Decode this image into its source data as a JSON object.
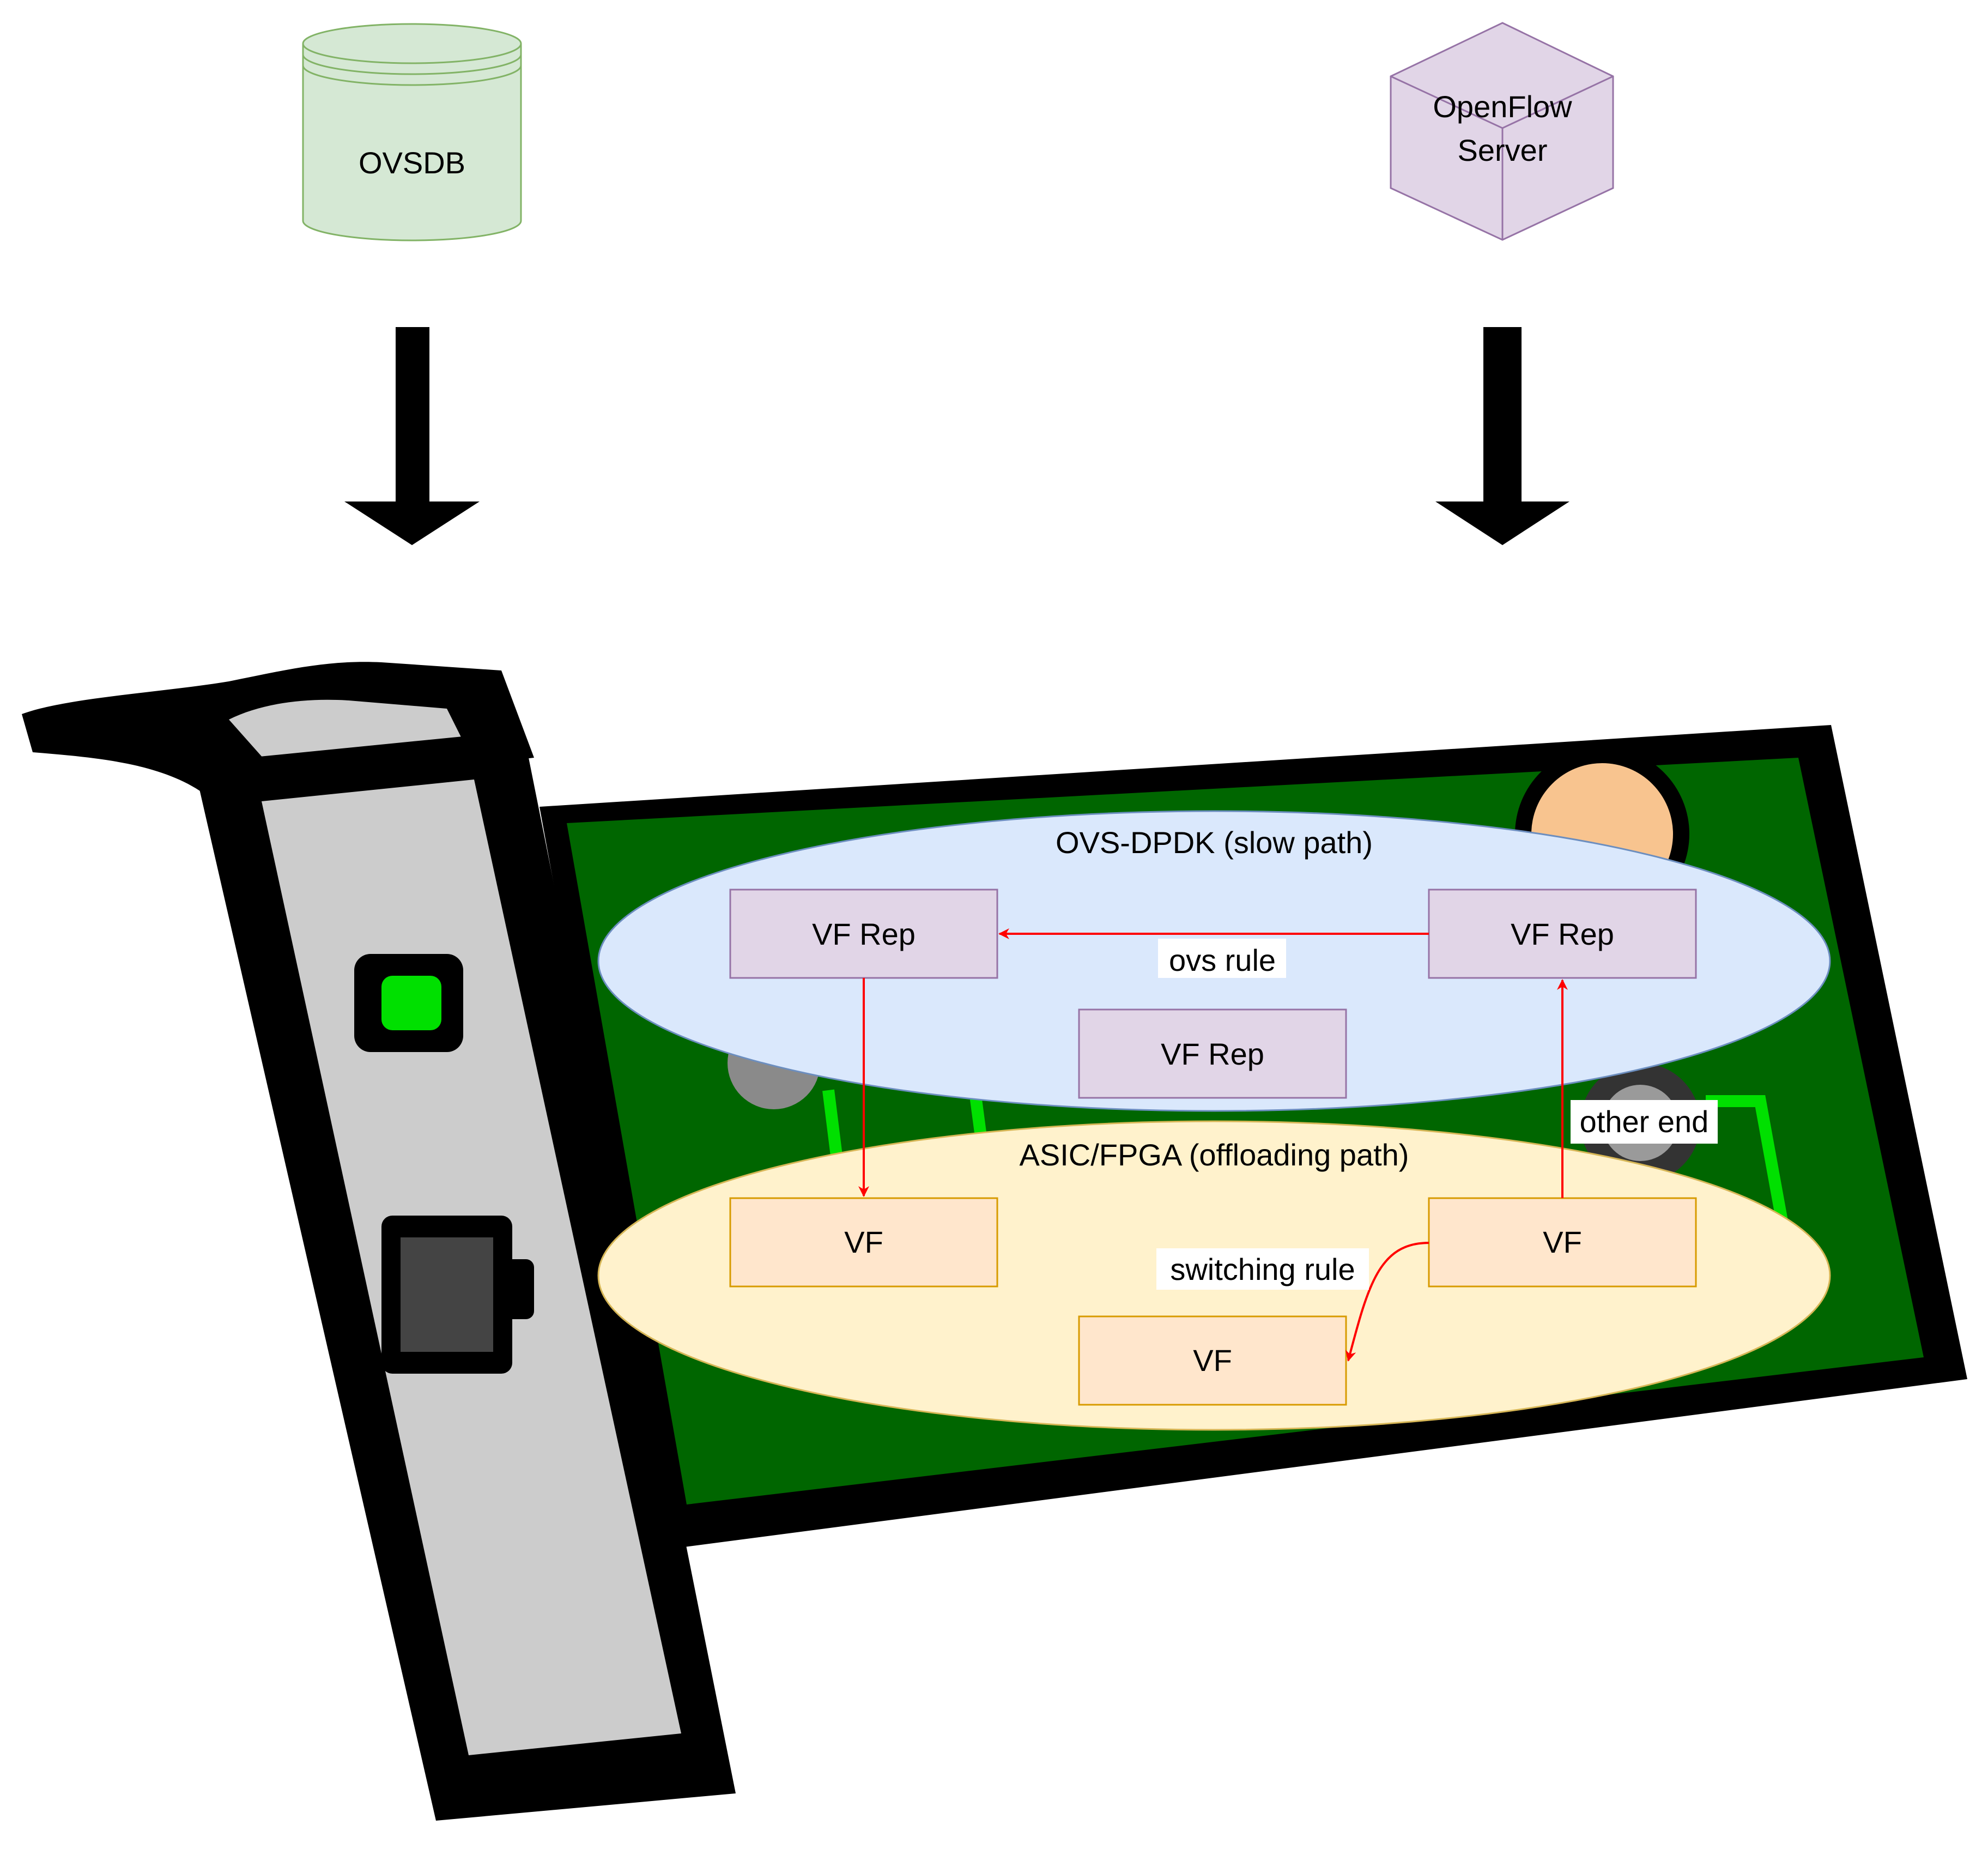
{
  "sources": {
    "ovsdb": {
      "label": "OVSDB",
      "fill": "#d5e8d4",
      "stroke": "#82b366"
    },
    "openflow": {
      "label_line1": "OpenFlow",
      "label_line2": "Server",
      "fill": "#e1d5e7",
      "stroke": "#9673a6"
    }
  },
  "slow_path": {
    "label": "OVS-DPDK (slow path)",
    "fill": "#dae8fc",
    "stroke": "#6c8ebf"
  },
  "offload_path": {
    "label": "ASIC/FPGA (offloading path)",
    "fill": "#fff2cc",
    "stroke": "#d6b656"
  },
  "nodes": {
    "rep_left": "VF Rep",
    "rep_right": "VF Rep",
    "rep_center": "VF Rep",
    "vf_left": "VF",
    "vf_right": "VF",
    "vf_center": "VF"
  },
  "edge_labels": {
    "ovs_rule": "ovs rule",
    "other_end": "other end",
    "switching_rule": "switching rule"
  },
  "colors": {
    "rep_fill": "#e1d5e7",
    "rep_stroke": "#9673a6",
    "vf_fill": "#ffe6cc",
    "vf_stroke": "#d79b00",
    "flow_arrow": "#ff0000",
    "card_pcb": "#006600",
    "card_bracket": "#cccccc"
  },
  "icons": [
    "pci-network-card-illustration",
    "down-arrow-icon",
    "database-cylinder-icon",
    "cube-icon"
  ]
}
